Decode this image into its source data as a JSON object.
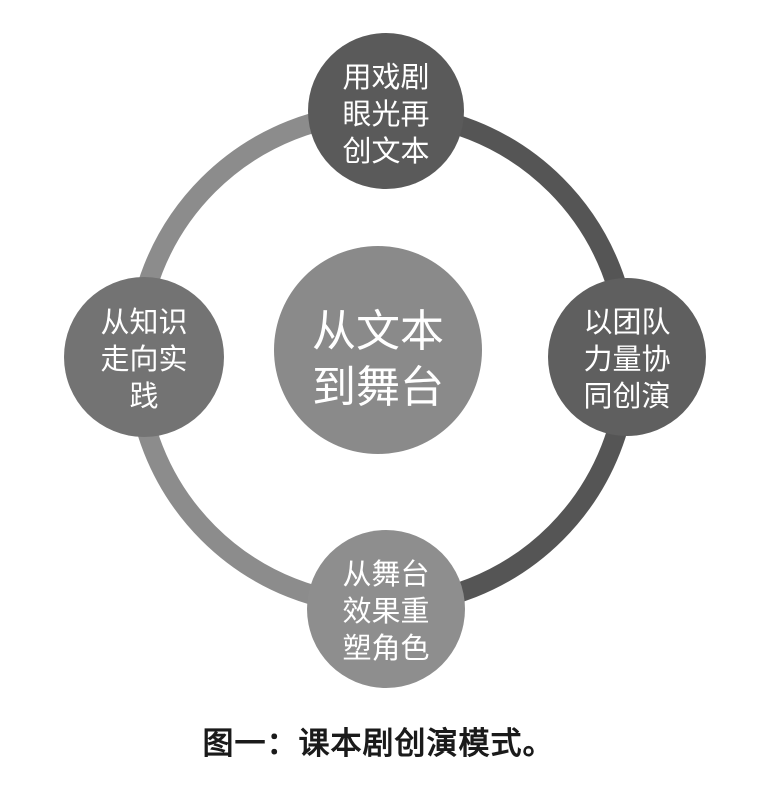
{
  "diagram": {
    "center": {
      "lines": [
        "从文本",
        "到舞台"
      ]
    },
    "nodes": {
      "top": {
        "lines": [
          "用戏剧",
          "眼光再",
          "创文本"
        ]
      },
      "right": {
        "lines": [
          "以团队",
          "力量协",
          "同创演"
        ]
      },
      "bottom": {
        "lines": [
          "从舞台",
          "效果重",
          "塑角色"
        ]
      },
      "left": {
        "lines": [
          "从知识",
          "走向实",
          "践"
        ]
      }
    },
    "colors": {
      "ring_light": "#8c8c8c",
      "ring_dark": "#555555",
      "center_fill": "#8a8a8a",
      "top_fill": "#5a5a5a",
      "right_fill": "#5f5f5f",
      "bottom_fill": "#8e8e8e",
      "left_fill": "#737373"
    }
  },
  "caption": "图一：课本剧创演模式。"
}
